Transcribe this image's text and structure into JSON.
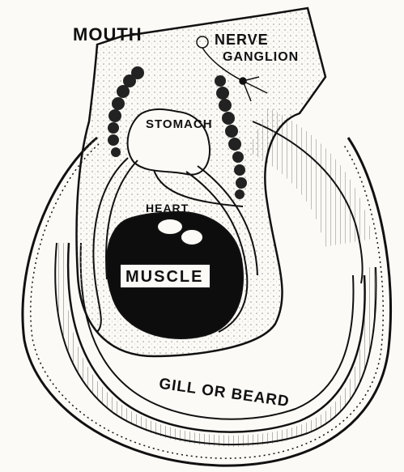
{
  "labels": {
    "mouth": "MOUTH",
    "nerve": "NERVE",
    "ganglion": "GANGLION",
    "stomach": "STOMACH",
    "heart": "HEART",
    "muscle": "MUSCLE",
    "gill": "GILL OR BEARD"
  },
  "colors": {
    "ink": "#111111",
    "paper": "#fbfaf6",
    "stipple": "#d9d5ca"
  }
}
